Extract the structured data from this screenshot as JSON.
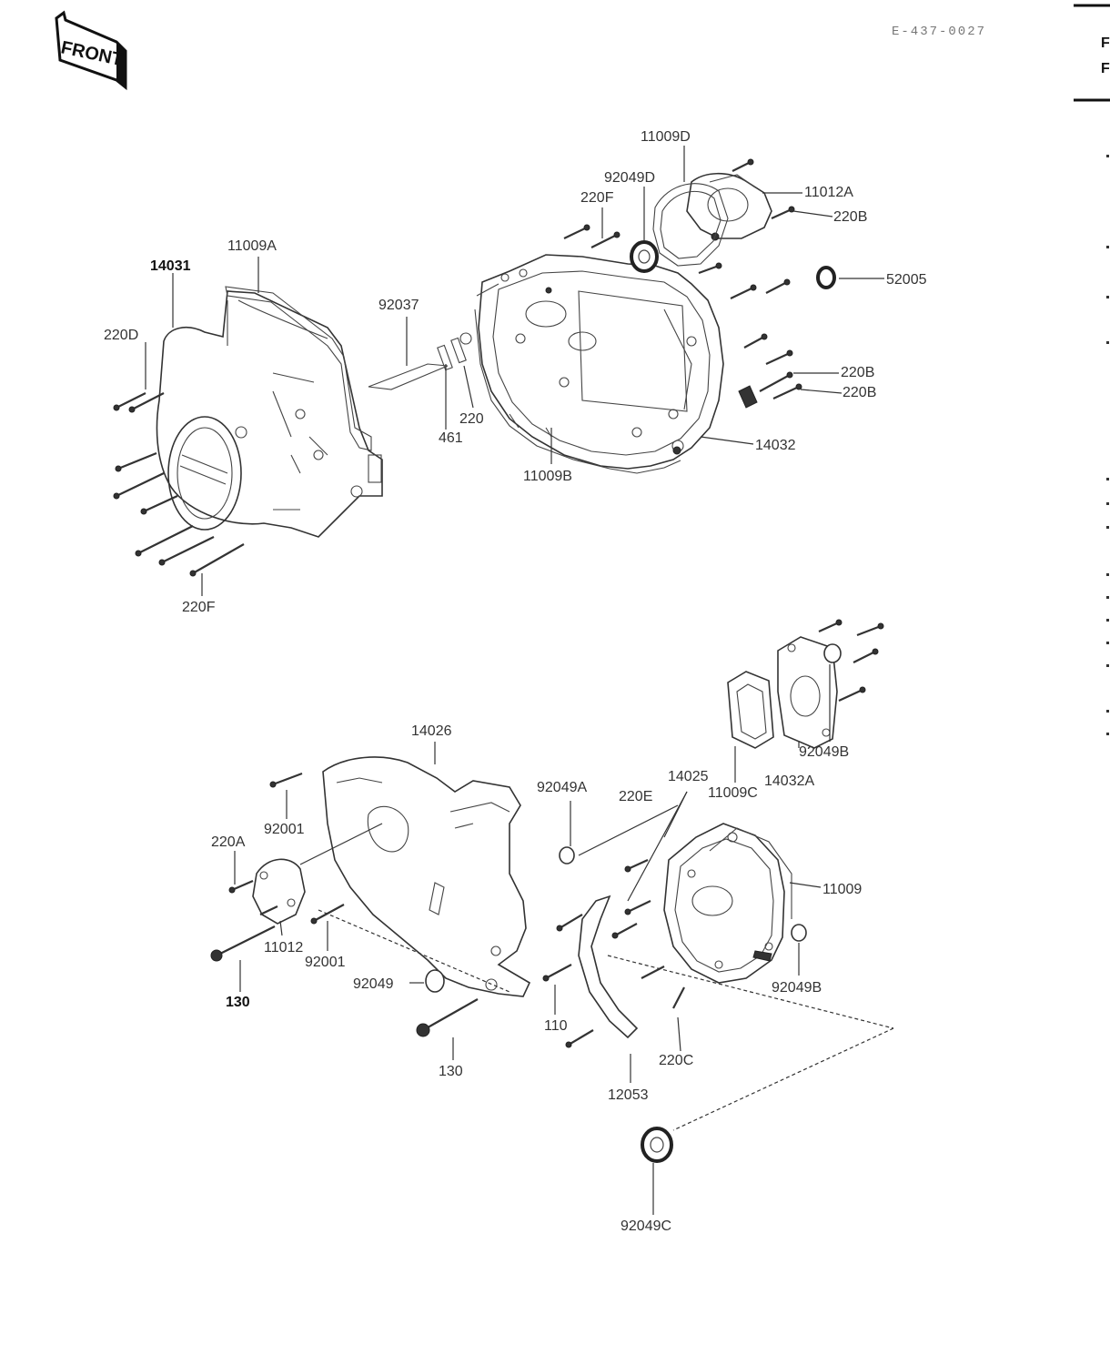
{
  "header": {
    "front_badge": "FRONT",
    "ref_code": "E-437-0027",
    "right_edge_glyphs": [
      "F",
      "F"
    ]
  },
  "parts": {
    "p11009D": "11009D",
    "p92049D": "92049D",
    "p220F_top": "220F",
    "p11012A": "11012A",
    "p220B_top": "220B",
    "p52005": "52005",
    "p220B_right1": "220B",
    "p220B_right2": "220B",
    "p14032": "14032",
    "p11009B": "11009B",
    "p220_mid": "220",
    "p461": "461",
    "p92037": "92037",
    "p11009A": "11009A",
    "p14031": "14031",
    "p220D_left": "220D",
    "p220F_left": "220F",
    "p14026": "14026",
    "p92001_a": "92001",
    "p220A": "220A",
    "p11012": "11012",
    "p92001_b": "92001",
    "p130_a": "130",
    "p92049": "92049",
    "p130_b": "130",
    "p110": "110",
    "p12053": "12053",
    "p220C": "220C",
    "p92049A": "92049A",
    "p220E": "220E",
    "p14025": "14025",
    "p11009C": "11009C",
    "p14032A": "14032A",
    "p92049B_top": "92049B",
    "p11009": "11009",
    "p92049B_low": "92049B",
    "p92049C": "92049C"
  }
}
